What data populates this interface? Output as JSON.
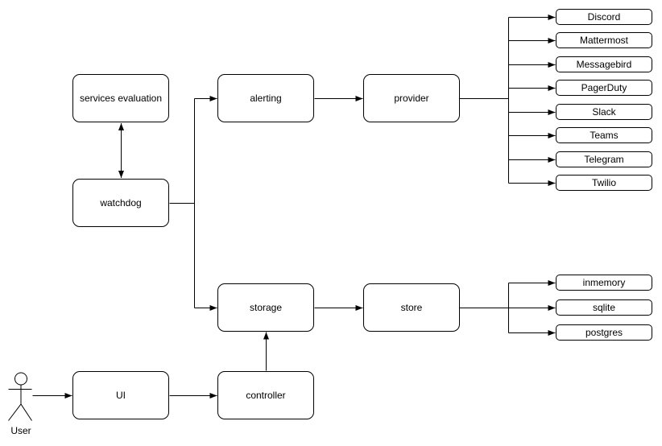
{
  "diagram": {
    "background_color": "#ffffff",
    "line_color": "#000000",
    "text_color": "#000000",
    "actor": {
      "label": "User"
    },
    "nodes": {
      "services_evaluation": "services evaluation",
      "watchdog": "watchdog",
      "alerting": "alerting",
      "provider": "provider",
      "storage": "storage",
      "store": "store",
      "ui": "UI",
      "controller": "controller"
    },
    "provider_options": [
      "Discord",
      "Mattermost",
      "Messagebird",
      "PagerDuty",
      "Slack",
      "Teams",
      "Telegram",
      "Twilio"
    ],
    "store_options": [
      "inmemory",
      "sqlite",
      "postgres"
    ]
  }
}
